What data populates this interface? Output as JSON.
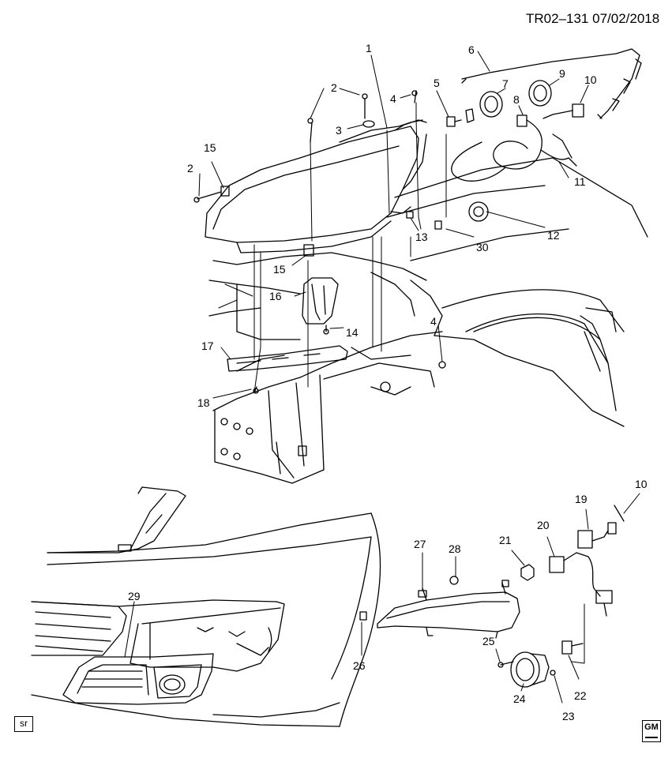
{
  "diagram": {
    "code": "TR02–131  07/02/2018",
    "footer_label": "sr",
    "logo": "GM",
    "callouts": [
      "1",
      "2",
      "3",
      "4",
      "5",
      "6",
      "7",
      "8",
      "9",
      "10",
      "11",
      "12",
      "13",
      "14",
      "15",
      "16",
      "17",
      "18",
      "2",
      "15",
      "4",
      "30",
      "19",
      "10",
      "20",
      "21",
      "27",
      "28",
      "29",
      "26",
      "25",
      "24",
      "22",
      "23"
    ]
  }
}
